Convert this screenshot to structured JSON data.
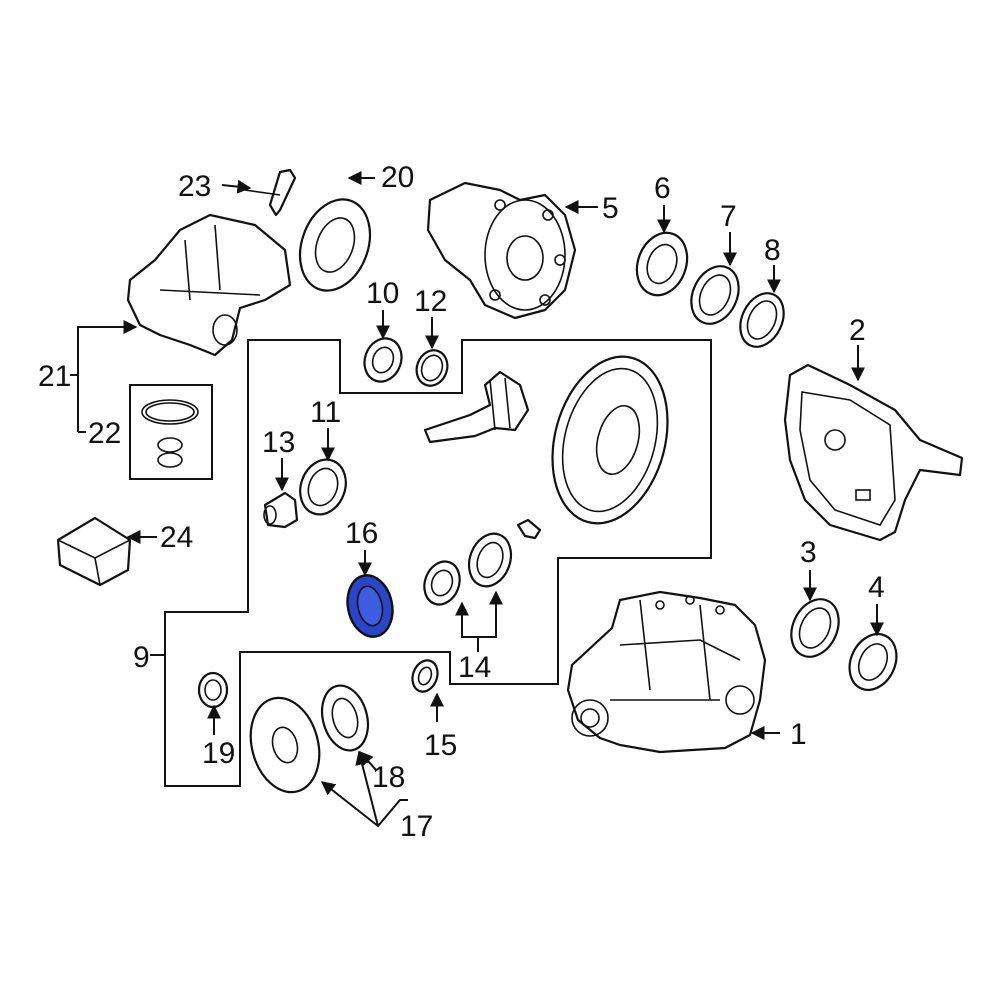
{
  "highlight_color": "#2a45c8",
  "callouts": [
    {
      "key": "c1",
      "text": "1"
    },
    {
      "key": "c2",
      "text": "2"
    },
    {
      "key": "c3",
      "text": "3"
    },
    {
      "key": "c4",
      "text": "4"
    },
    {
      "key": "c5",
      "text": "5"
    },
    {
      "key": "c6",
      "text": "6"
    },
    {
      "key": "c7",
      "text": "7"
    },
    {
      "key": "c8",
      "text": "8"
    },
    {
      "key": "c9",
      "text": "9"
    },
    {
      "key": "c10",
      "text": "10"
    },
    {
      "key": "c11",
      "text": "11"
    },
    {
      "key": "c12",
      "text": "12"
    },
    {
      "key": "c13",
      "text": "13"
    },
    {
      "key": "c14",
      "text": "14"
    },
    {
      "key": "c15",
      "text": "15"
    },
    {
      "key": "c16",
      "text": "16"
    },
    {
      "key": "c17",
      "text": "17"
    },
    {
      "key": "c18",
      "text": "18"
    },
    {
      "key": "c19",
      "text": "19"
    },
    {
      "key": "c20",
      "text": "20"
    },
    {
      "key": "c21",
      "text": "21"
    },
    {
      "key": "c22",
      "text": "22"
    },
    {
      "key": "c23",
      "text": "23"
    },
    {
      "key": "c24",
      "text": "24"
    }
  ],
  "highlighted_part": "16"
}
